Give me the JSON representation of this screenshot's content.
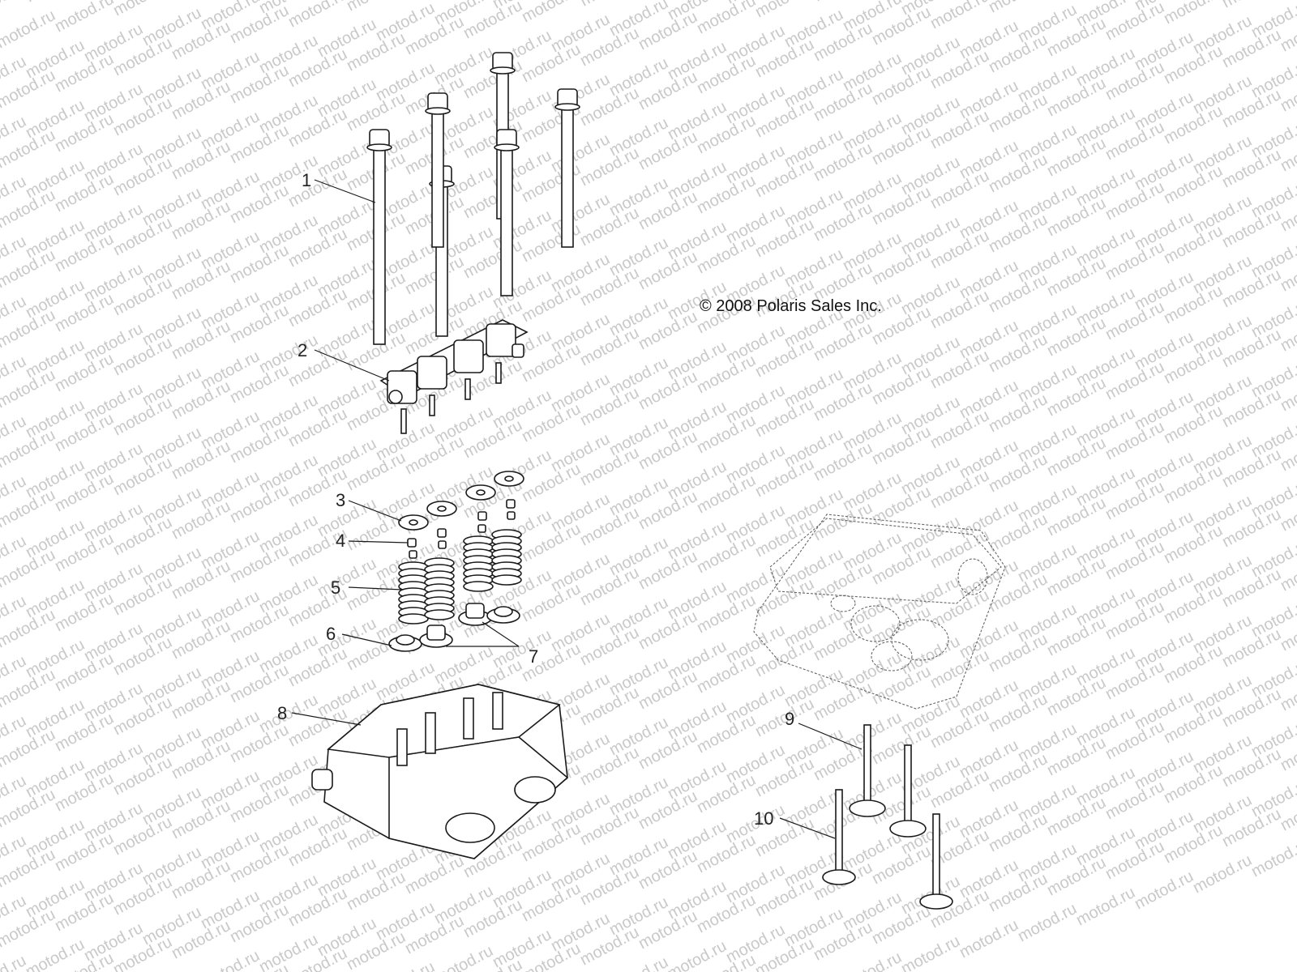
{
  "watermark": {
    "text": "motod.ru"
  },
  "copyright": "© 2008 Polaris Sales Inc.",
  "callouts": [
    {
      "number": "1"
    },
    {
      "number": "2"
    },
    {
      "number": "3"
    },
    {
      "number": "4"
    },
    {
      "number": "5"
    },
    {
      "number": "6"
    },
    {
      "number": "7"
    },
    {
      "number": "8"
    },
    {
      "number": "9"
    },
    {
      "number": "10"
    }
  ]
}
